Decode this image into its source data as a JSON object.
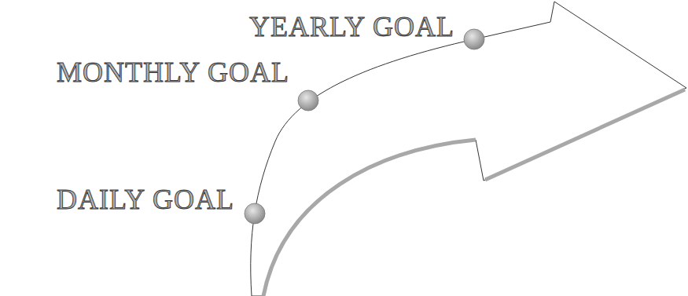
{
  "diagram": {
    "labels": [
      "YEARLY GOAL",
      "MONTHLY GOAL",
      "DAILY GOAL"
    ]
  }
}
